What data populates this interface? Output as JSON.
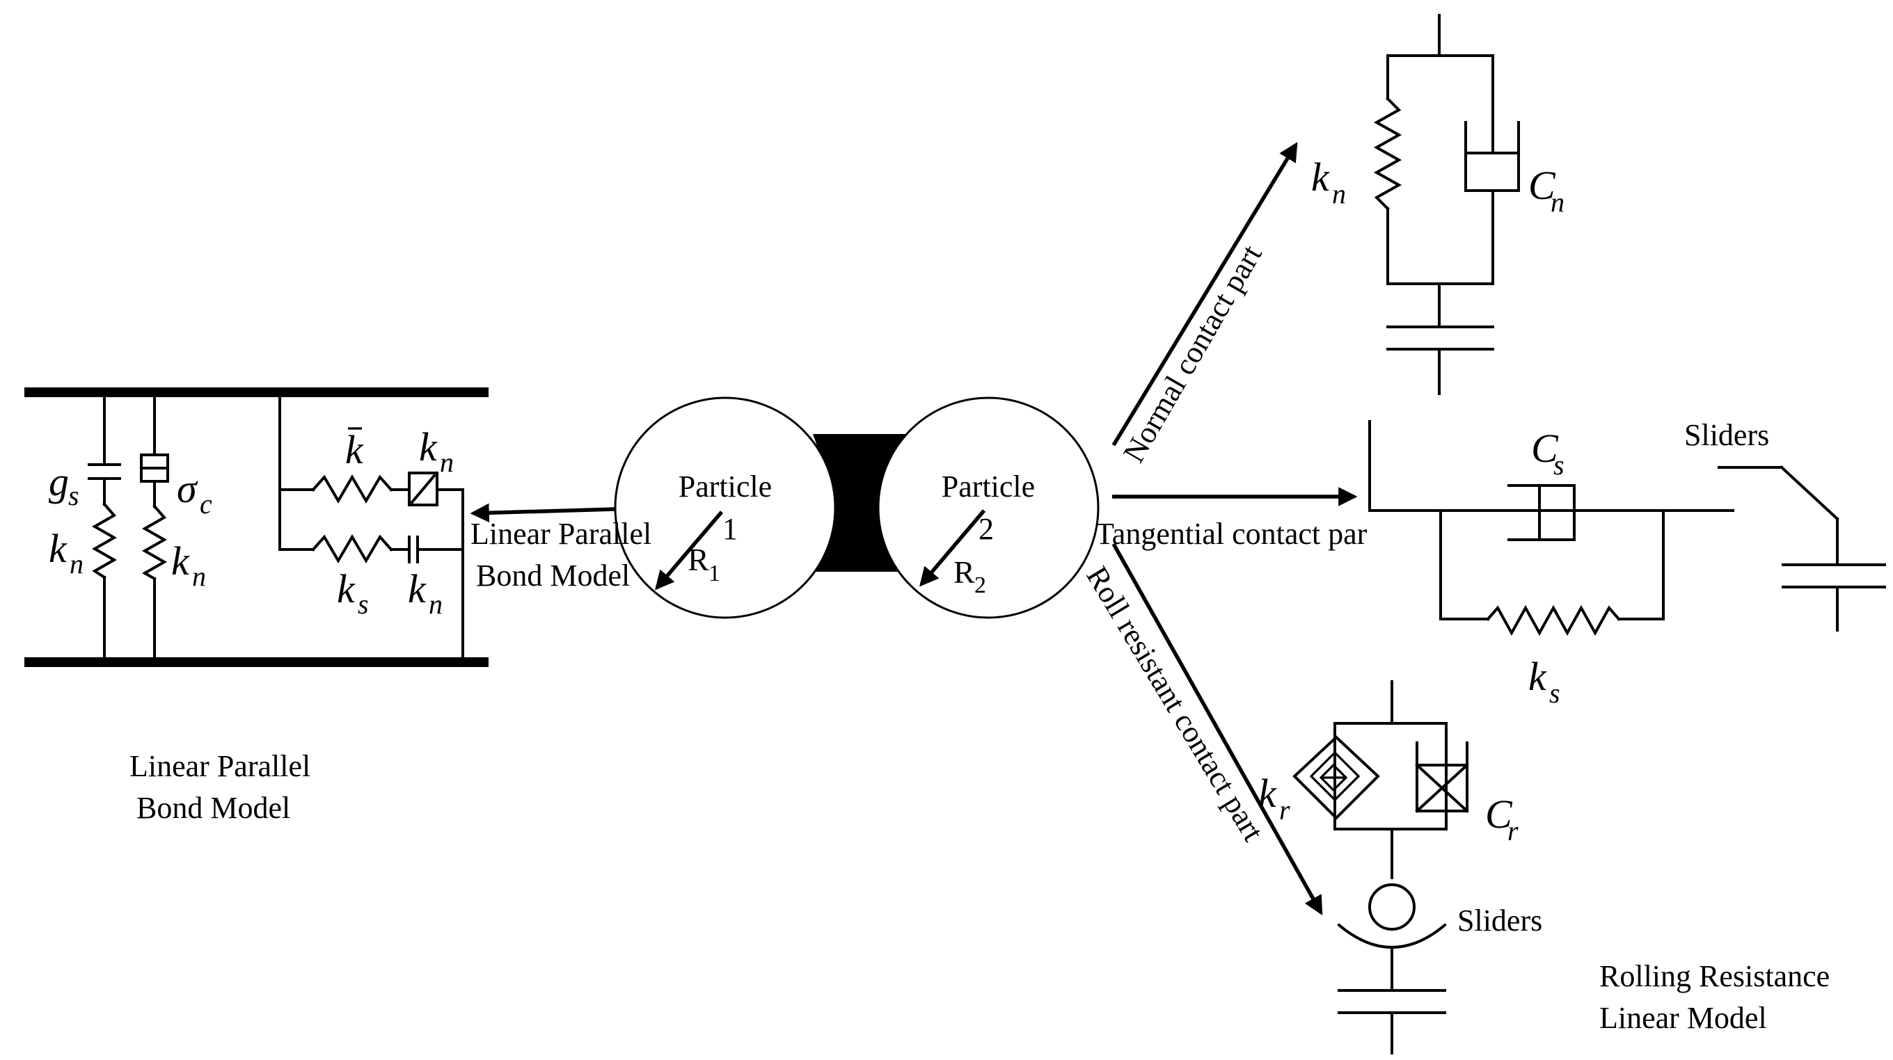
{
  "particles": {
    "left_label": "Particle",
    "left_index": "1",
    "left_radius": "R",
    "left_radius_sub": "1",
    "right_label": "Particle",
    "right_index": "2",
    "right_radius": "R",
    "right_radius_sub": "2"
  },
  "lpb_model": {
    "arrow_label_line1": "Linear Parallel",
    "arrow_label_line2": "Bond Model",
    "caption_line1": "Linear Parallel",
    "caption_line2": "Bond Model",
    "g_s": "g",
    "g_s_sub": "s",
    "sigma_c": "σ",
    "sigma_c_sub": "c",
    "kn_left": "k",
    "kn_left_sub": "n",
    "kn_mid": "k",
    "kn_mid_sub": "n",
    "k_bar": "k",
    "kn_top": "k",
    "kn_top_sub": "n",
    "ks": "k",
    "ks_sub": "s",
    "kn_bottom": "k",
    "kn_bottom_sub": "n"
  },
  "normal_contact": {
    "label": "Normal contact part",
    "kn": "k",
    "kn_sub": "n",
    "cn": "C",
    "cn_sub": "n"
  },
  "tangential_contact": {
    "label": "Tangential contact par",
    "cs": "C",
    "cs_sub": "s",
    "ks": "k",
    "ks_sub": "s",
    "sliders": "Sliders"
  },
  "roll_contact": {
    "label": "Roll resistant contact part",
    "kr": "k",
    "kr_sub": "r",
    "cr": "C",
    "cr_sub": "r",
    "sliders": "Sliders",
    "caption_line1": "Rolling Resistance",
    "caption_line2": "Linear Model"
  }
}
